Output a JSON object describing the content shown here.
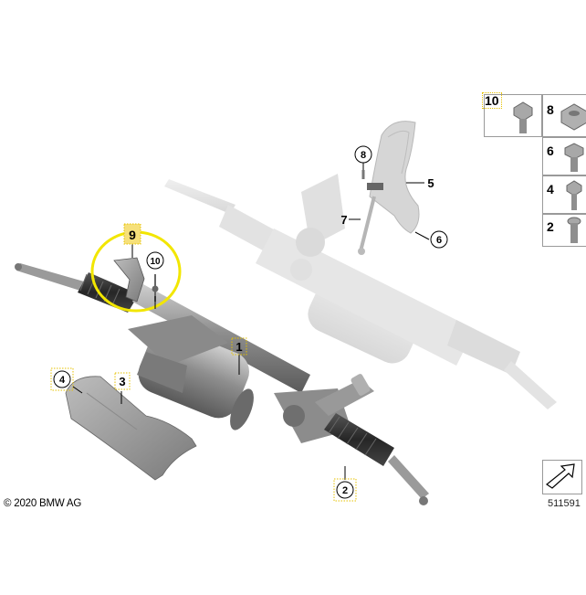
{
  "diagram": {
    "copyright": "© 2020 BMW AG",
    "diagram_code": "511591",
    "callouts": [
      {
        "id": "1",
        "label": "1"
      },
      {
        "id": "2",
        "label": "2"
      },
      {
        "id": "3",
        "label": "3"
      },
      {
        "id": "4",
        "label": "4"
      },
      {
        "id": "5",
        "label": "5"
      },
      {
        "id": "6",
        "label": "6"
      },
      {
        "id": "7",
        "label": "7"
      },
      {
        "id": "8",
        "label": "8"
      },
      {
        "id": "9",
        "label": "9",
        "highlighted": true
      },
      {
        "id": "10",
        "label": "10"
      }
    ],
    "legend": [
      {
        "label": "10"
      },
      {
        "label": "8"
      },
      {
        "label": "6"
      },
      {
        "label": "4"
      },
      {
        "label": "2"
      }
    ],
    "colors": {
      "highlight_ring": "#f2e600",
      "highlight_box": "#f6e07a",
      "tag_border": "#e6c200",
      "part_gray": "#9e9e9e",
      "ghost_gray": "#e4e4e4"
    }
  }
}
